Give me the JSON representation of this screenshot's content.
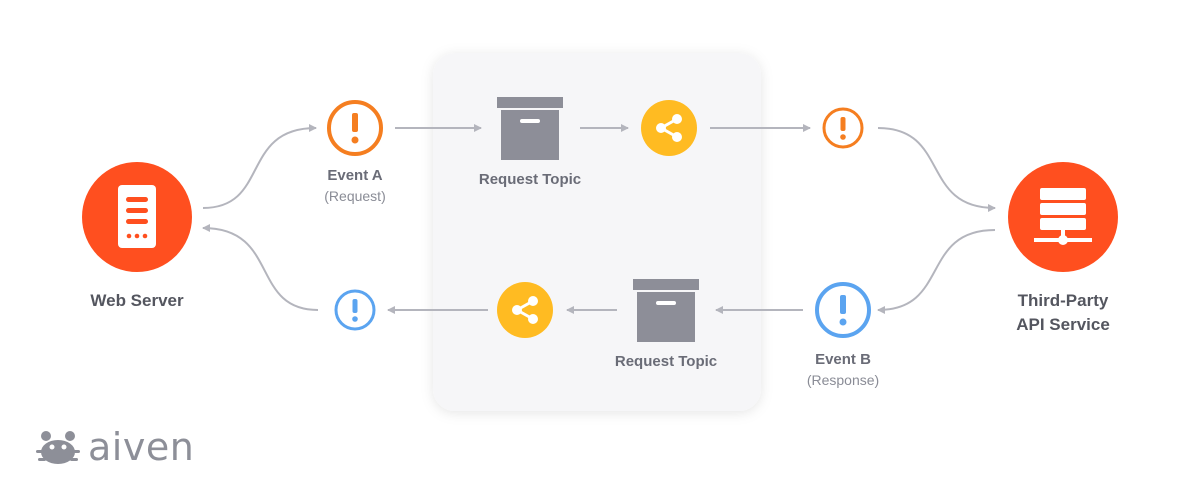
{
  "nodes": {
    "web_server": "Web Server",
    "third_party_line1": "Third-Party",
    "third_party_line2": "API Service",
    "event_a": "Event A",
    "event_a_sub": "(Request)",
    "event_b": "Event B",
    "event_b_sub": "(Response)",
    "request_topic_top": "Request Topic",
    "request_topic_bottom": "Request Topic"
  },
  "brand": {
    "name": "aiven"
  },
  "colors": {
    "server_red": "#ff4f1f",
    "event_orange": "#f57e20",
    "event_blue": "#5ba4f0",
    "share_yellow": "#ffbb22",
    "topic_gray": "#8d8e98",
    "arrow_gray": "#b4b5bd",
    "panel_bg": "#f6f6f8"
  },
  "icons": {
    "web_server": "server-icon",
    "third_party": "network-server-icon",
    "events": "exclamation-icon",
    "broker": "share-icon",
    "topics": "archive-box-icon",
    "brand": "crab-logo-icon"
  }
}
